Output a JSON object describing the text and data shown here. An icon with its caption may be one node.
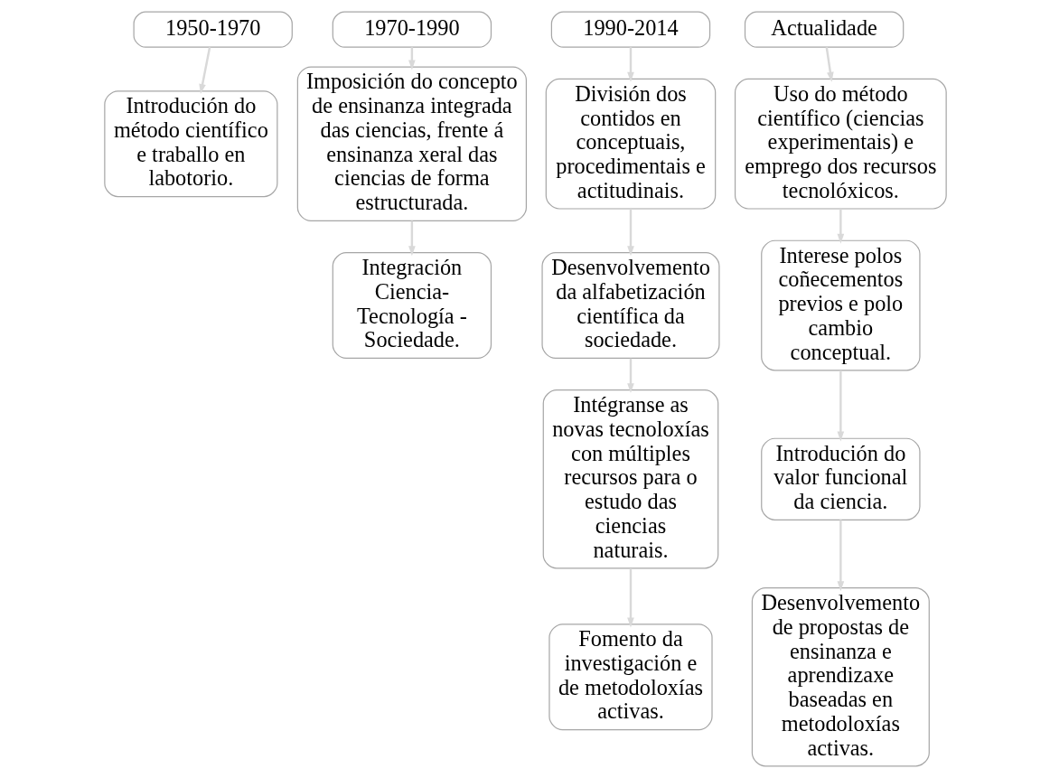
{
  "diagram": {
    "nodes": [
      {
        "text": [
          "1950-1970"
        ]
      },
      {
        "text": [
          "Introdución do método científico e traballo en labotorio."
        ]
      },
      {
        "text": [
          "1970-1990"
        ]
      },
      {
        "text": [
          "Imposición do concepto de ensinanza integrada das ciencias, frente á ensinanza xeral das ciencias de forma estructurada."
        ]
      },
      {
        "text": [
          "Integración Ciencia-Tecnología - Sociedade."
        ]
      },
      {
        "text": [
          "1990-2014"
        ]
      },
      {
        "text": [
          "División dos contidos en conceptuais, procedimentais e actitudinais."
        ]
      },
      {
        "text": [
          "Desenvolvemento da alfabetización científica da sociedade."
        ]
      },
      {
        "text": [
          "Intégranse as novas tecnoloxías con múltiples recursos para o estudo das ciencias naturais."
        ]
      },
      {
        "text": [
          "Fomento da investigación e de metodoloxías activas."
        ]
      },
      {
        "text": [
          "Actualidade"
        ]
      },
      {
        "text": [
          "Uso do método científico (ciencias experimentais) e emprego dos recursos tecnolóxicos."
        ]
      },
      {
        "text": [
          "Interese polos coñecementos previos e polo cambio conceptual."
        ]
      },
      {
        "text": [
          "Introdución do valor funcional da ciencia."
        ]
      },
      {
        "text": [
          "Desenvolvemento de propostas de ensinanza e aprendizaxe baseadas en metodoloxías activas."
        ]
      }
    ],
    "edges": [
      {
        "from": 0,
        "to": 1,
        "arrow": "to"
      },
      {
        "from": 2,
        "to": 3,
        "arrow": "to"
      },
      {
        "from": 3,
        "to": 4,
        "arrow": "to"
      },
      {
        "from": 5,
        "to": 6,
        "arrow": "to"
      },
      {
        "from": 6,
        "to": 7,
        "arrow": "to"
      },
      {
        "from": 7,
        "to": 8,
        "arrow": "to"
      },
      {
        "from": 8,
        "to": 9,
        "arrow": "to"
      },
      {
        "from": 10,
        "to": 11,
        "arrow": "to"
      },
      {
        "from": 11,
        "to": 12,
        "arrow": "to"
      },
      {
        "from": 12,
        "to": 13,
        "arrow": "to"
      },
      {
        "from": 13,
        "to": 14,
        "arrow": "to"
      }
    ]
  }
}
